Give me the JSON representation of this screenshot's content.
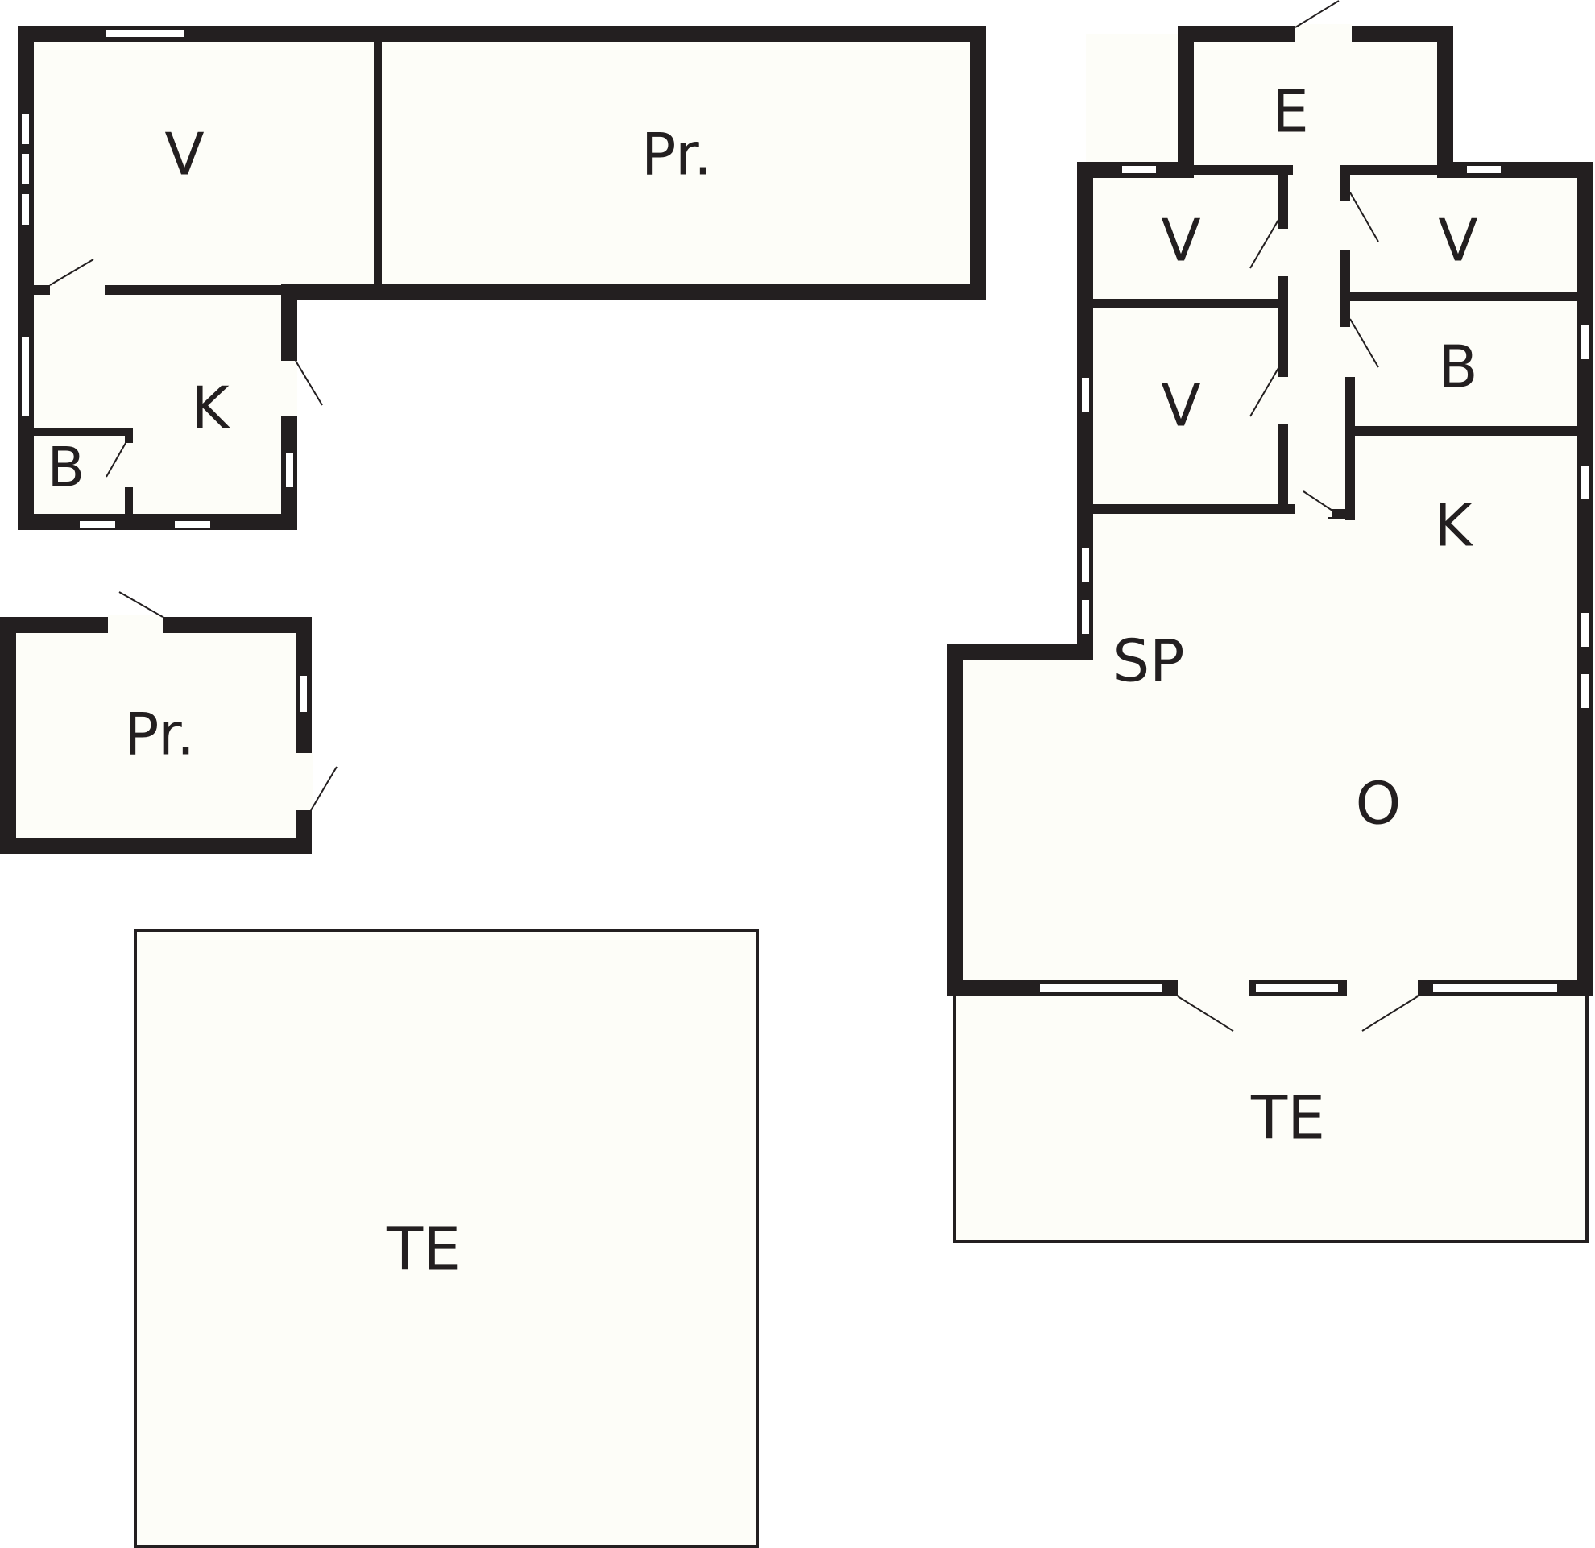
{
  "plan": {
    "colors": {
      "wall": "#231f20",
      "floor": "#fdfdf8",
      "background": "#ffffff"
    },
    "left_building": {
      "bedroom_label": "V",
      "storage_label": "Pr.",
      "kitchen_label": "K",
      "bathroom_label": "B"
    },
    "left_shed": {
      "storage_label": "Pr."
    },
    "left_terrace": {
      "terrace_label": "TE"
    },
    "right_building": {
      "entrance_label": "E",
      "bedroom_1_label": "V",
      "bedroom_2_label": "V",
      "bedroom_3_label": "V",
      "bathroom_label": "B",
      "kitchen_label": "K",
      "dining_label": "SP",
      "living_label": "O",
      "terrace_label": "TE"
    }
  }
}
